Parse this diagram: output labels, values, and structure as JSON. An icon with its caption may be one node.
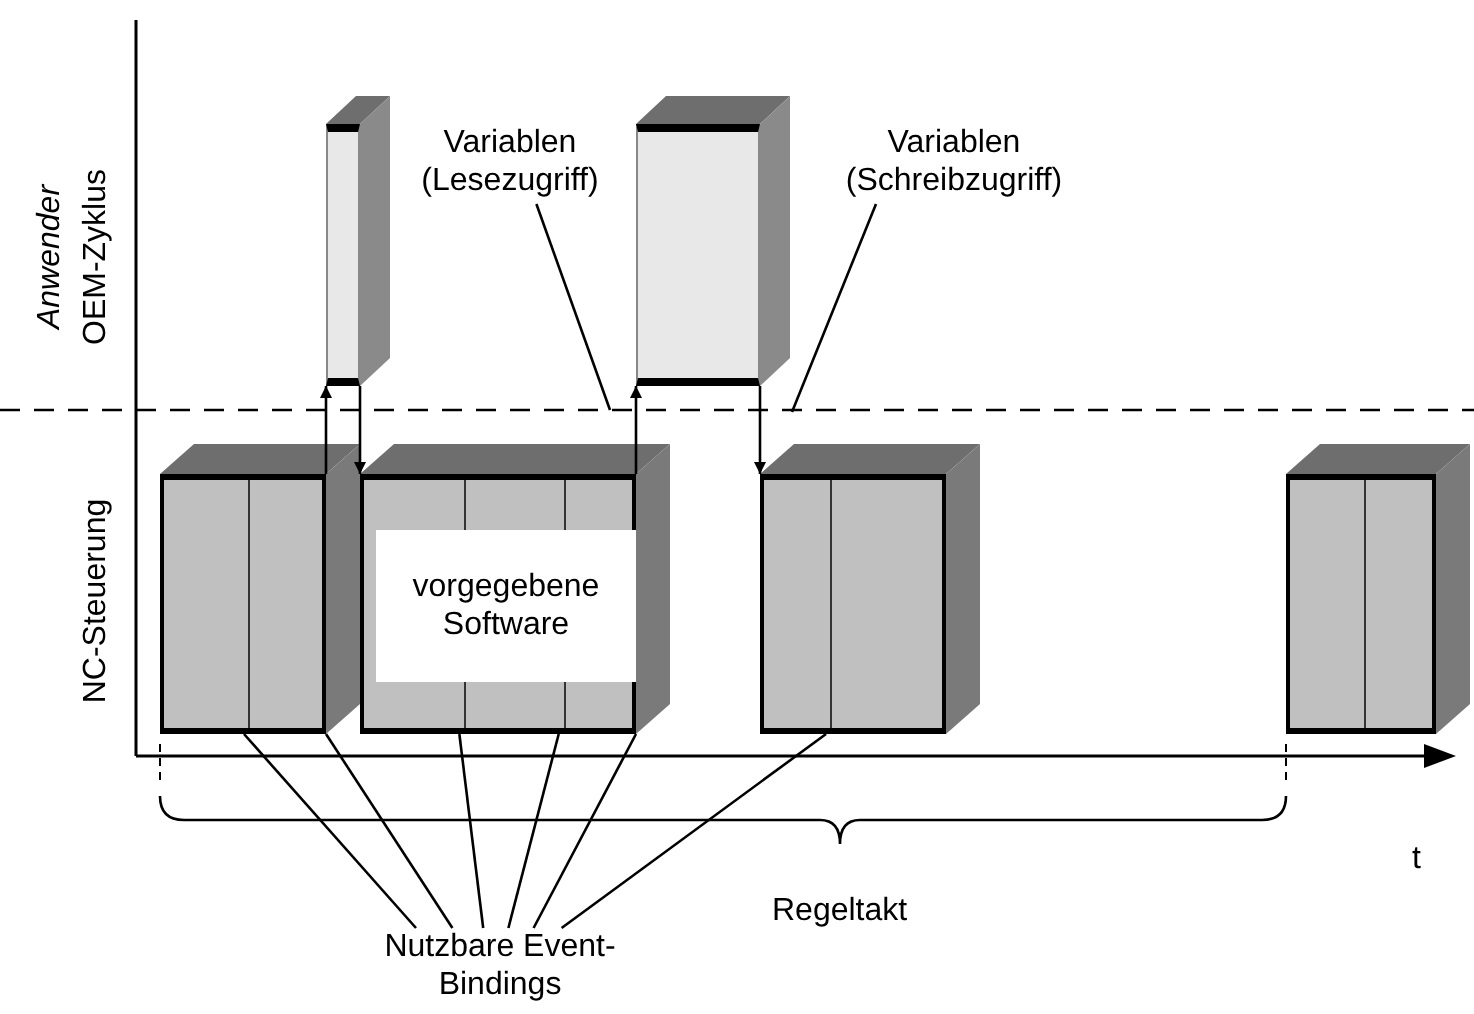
{
  "diagram": {
    "nodes": [
      {
        "text": [],
        "shape": "box"
      },
      {
        "text": [],
        "shape": "box"
      },
      {
        "text": [
          "vorgegebene Software"
        ],
        "in": 1
      },
      {
        "text": [],
        "shape": "box"
      },
      {
        "text": [],
        "shape": "box"
      },
      {
        "text": [],
        "shape": "box"
      },
      {
        "text": [],
        "shape": "box"
      },
      {
        "text": [
          "Variablen (Lesezugriff)"
        ]
      },
      {
        "text": [
          "Variablen (Schreibzugriff)"
        ]
      },
      {
        "text": [
          "Nutzbare Event- Bindings"
        ]
      }
    ],
    "edges": [
      {
        "from": 0,
        "to": 5,
        "arrow": "to"
      },
      {
        "from": 5,
        "to": 1,
        "arrow": "to"
      },
      {
        "from": 1,
        "to": 6,
        "arrow": "to"
      },
      {
        "from": 6,
        "to": 3,
        "arrow": "to"
      },
      {
        "from": 7,
        "to": null,
        "arrow": "none"
      },
      {
        "from": 8,
        "to": null,
        "arrow": "none"
      },
      {
        "from": 9,
        "to": 0,
        "arrow": "none"
      },
      {
        "from": 9,
        "to": 0,
        "arrow": "none"
      },
      {
        "from": 9,
        "to": 1,
        "arrow": "none"
      },
      {
        "from": 9,
        "to": 1,
        "arrow": "none"
      },
      {
        "from": 9,
        "to": 1,
        "arrow": "none"
      },
      {
        "from": 9,
        "to": 3,
        "arrow": "none"
      }
    ],
    "labels": [
      "Anwender",
      "OEM-Zyklus",
      "NC-Steuerung",
      "t",
      "Regeltakt"
    ]
  }
}
